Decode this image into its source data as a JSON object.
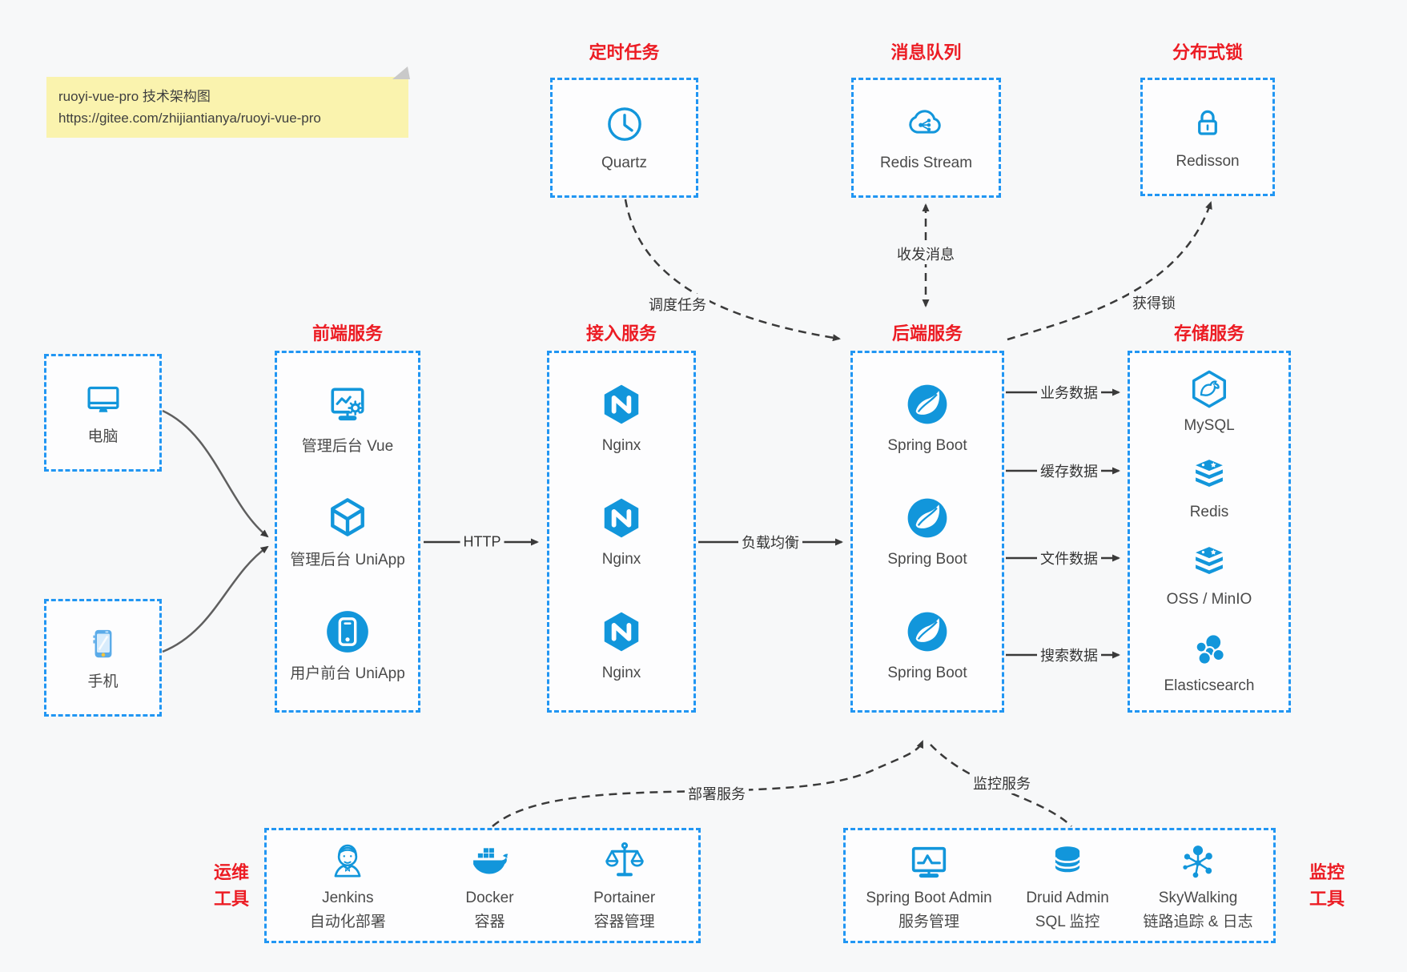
{
  "note": {
    "line1": "ruoyi-vue-pro 技术架构图",
    "line2": "https://gitee.com/zhijiantianya/ruoyi-vue-pro"
  },
  "colors": {
    "accent_red": "#ec1c24",
    "icon_blue": "#1296db",
    "border_blue": "#2196f3",
    "arrow_dark": "#3a3a3a",
    "note_bg": "#faf3ae"
  },
  "groups": {
    "scheduler": {
      "title": "定时任务",
      "items": [
        {
          "label": "Quartz",
          "icon": "clock-icon"
        }
      ]
    },
    "mq": {
      "title": "消息队列",
      "items": [
        {
          "label": "Redis Stream",
          "icon": "cloud-share-icon"
        }
      ]
    },
    "lock": {
      "title": "分布式锁",
      "items": [
        {
          "label": "Redisson",
          "icon": "lock-icon"
        }
      ]
    },
    "clients": {
      "computer": "电脑",
      "phone": "手机"
    },
    "frontend": {
      "title": "前端服务",
      "items": [
        {
          "label": "管理后台 Vue",
          "icon": "admin-vue-icon"
        },
        {
          "label": "管理后台 UniApp",
          "icon": "cube-icon"
        },
        {
          "label": "用户前台 UniApp",
          "icon": "phone-circle-icon"
        }
      ]
    },
    "gateway": {
      "title": "接入服务",
      "items": [
        "Nginx",
        "Nginx",
        "Nginx"
      ]
    },
    "backend": {
      "title": "后端服务",
      "items": [
        "Spring Boot",
        "Spring Boot",
        "Spring Boot"
      ]
    },
    "storage": {
      "title": "存储服务",
      "items": [
        "MySQL",
        "Redis",
        "OSS / MinIO",
        "Elasticsearch"
      ]
    },
    "ops": {
      "title_line1": "运维",
      "title_line2": "工具",
      "items": [
        {
          "name": "Jenkins",
          "desc": "自动化部署"
        },
        {
          "name": "Docker",
          "desc": "容器"
        },
        {
          "name": "Portainer",
          "desc": "容器管理"
        }
      ]
    },
    "monitoring": {
      "title_line1": "监控",
      "title_line2": "工具",
      "items": [
        {
          "name": "Spring Boot Admin",
          "desc": "服务管理"
        },
        {
          "name": "Druid Admin",
          "desc": "SQL 监控"
        },
        {
          "name": "SkyWalking",
          "desc": "链路追踪 & 日志"
        }
      ]
    }
  },
  "edges": {
    "schedule": "调度任务",
    "mq_msg": "收发消息",
    "lock_get": "获得锁",
    "http": "HTTP",
    "lb": "负载均衡",
    "biz": "业务数据",
    "cache": "缓存数据",
    "file": "文件数据",
    "search": "搜索数据",
    "deploy": "部署服务",
    "monitor": "监控服务"
  }
}
